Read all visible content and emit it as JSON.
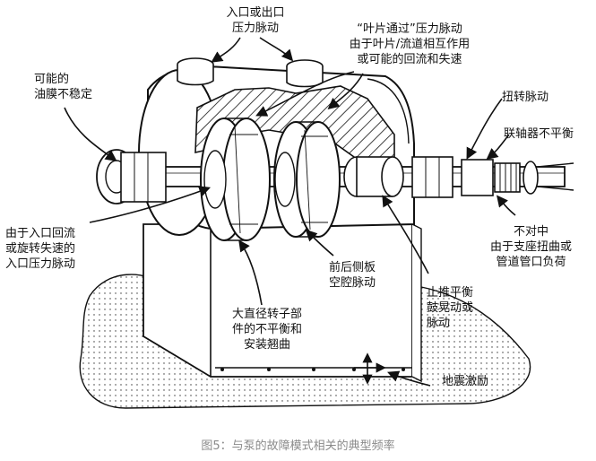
{
  "figure": {
    "caption": "图5：与泵的故障模式相关的典型频率"
  },
  "labels": {
    "inlet_outlet": "入口或出口\n压力脉动",
    "vane_pass": "“叶片通过”压力脉动\n由于叶片/流道相互作用\n或可能的回流和失速",
    "oil_film": "可能的\n油膜不稳定",
    "torsional": "扭转脉动",
    "coupling_unbalance": "联轴器不平衡",
    "inlet_recirc": "由于入口回流\n或旋转失速的\n入口压力脉动",
    "shroud_cavity": "前后侧板\n空腔脉动",
    "misalignment": "不对中\n由于支座扭曲或\n管道管口负荷",
    "balance_drum": "止推平衡\n鼓晃动或\n脉动",
    "rotor_unbalance": "大直径转子部\n件的不平衡和\n安装翘曲",
    "seismic": "地震激励"
  }
}
